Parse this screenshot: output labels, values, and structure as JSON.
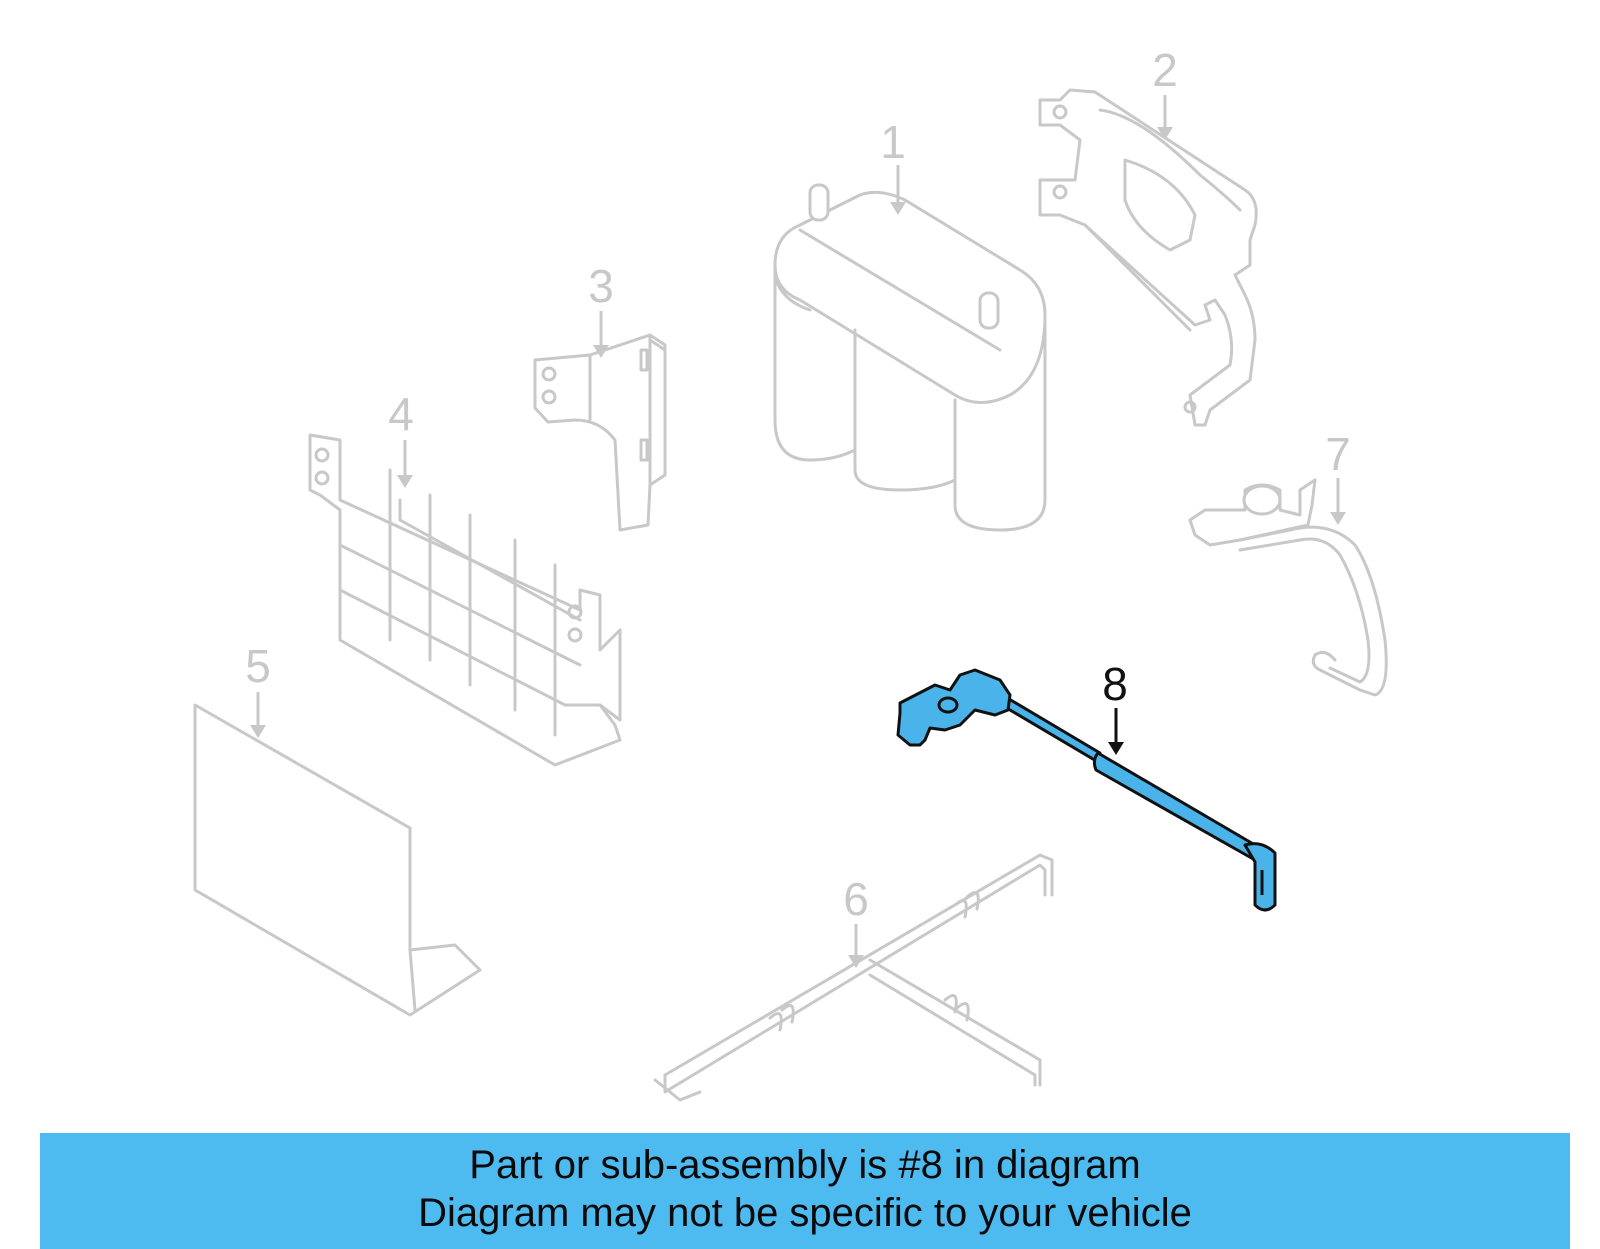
{
  "diagram": {
    "callouts": {
      "c1": "1",
      "c2": "2",
      "c3": "3",
      "c4": "4",
      "c5": "5",
      "c6": "6",
      "c7": "7",
      "c8": "8"
    },
    "highlighted_part": "8",
    "colors": {
      "highlight": "#4ab4ea",
      "faded": "#c8c8c8",
      "banner": "#4dbaf0"
    }
  },
  "banner": {
    "line1": "Part or sub-assembly is #8 in diagram",
    "line2": "Diagram may not be specific to your vehicle"
  }
}
